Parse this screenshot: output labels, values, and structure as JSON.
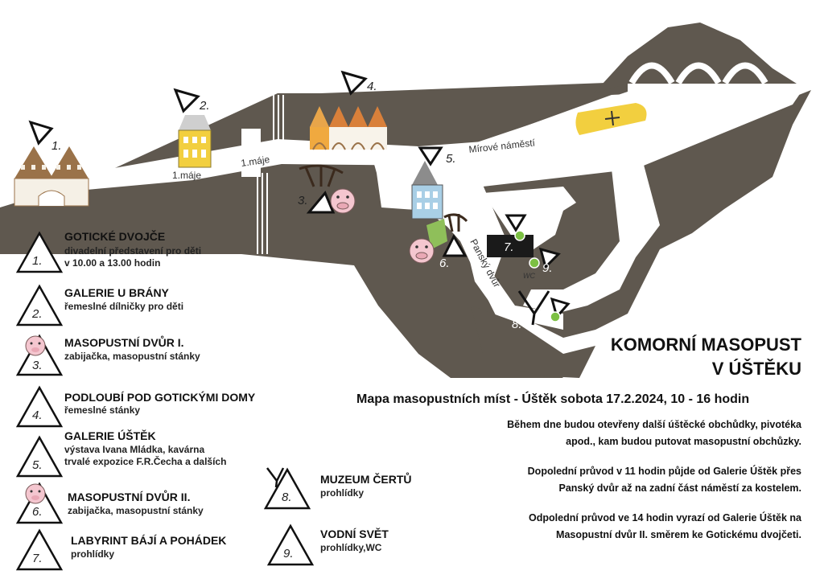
{
  "colors": {
    "land": "#5f584f",
    "street": "#ffffff",
    "church": "#f2cf3f",
    "gallery_yellow": "#f2cf3f",
    "pig": "#f4c6cf",
    "water_dot": "#7cc043",
    "gallery_blue": "#a9cfe6",
    "gate_roof": "#9a7249"
  },
  "streets": {
    "maje_1": "1.máje",
    "maje_2": "1.máje",
    "square": "Mírové náměstí",
    "pansky": "Panský dvůr",
    "wc": "WC"
  },
  "map_numbers": [
    "1.",
    "2.",
    "3.",
    "4.",
    "5.",
    "6.",
    "7.",
    "8.",
    "9."
  ],
  "legend": [
    {
      "num": "1.",
      "title": "GOTICKÉ DVOJČE",
      "lines": [
        "divadelní představení pro děti",
        "v 10.00 a 13.00 hodin"
      ],
      "icon": "triangle-icon"
    },
    {
      "num": "2.",
      "title": "GALERIE U BRÁNY",
      "lines": [
        "řemeslné dílničky pro děti"
      ],
      "icon": "triangle-icon"
    },
    {
      "num": "3.",
      "title": "MASOPUSTNÍ DVŮR I.",
      "lines": [
        "zabijačka, masopustní stánky"
      ],
      "icon": "pig-triangle-icon"
    },
    {
      "num": "4.",
      "title": "PODLOUBÍ POD GOTICKÝMI DOMY",
      "lines": [
        "řemeslné stánky"
      ],
      "icon": "triangle-icon"
    },
    {
      "num": "5.",
      "title": "GALERIE ÚŠTĚK",
      "lines": [
        "výstava Ivana Mládka,  kavárna",
        "trvalé expozice F.R.Čecha a dalších"
      ],
      "icon": "triangle-icon"
    },
    {
      "num": "6.",
      "title": "MASOPUSTNÍ DVŮR II.",
      "lines": [
        "zabijačka, masopustní stánky"
      ],
      "icon": "pig-triangle-icon"
    },
    {
      "num": "7.",
      "title": "LABYRINT BÁJÍ A POHÁDEK",
      "lines": [
        "prohlídky"
      ],
      "icon": "triangle-icon"
    },
    {
      "num": "8.",
      "title": "MUZEUM ČERTŮ",
      "lines": [
        "prohlídky"
      ],
      "icon": "devil-triangle-icon"
    },
    {
      "num": "9.",
      "title": "VODNÍ SVĚT",
      "lines": [
        "prohlídky,WC"
      ],
      "icon": "triangle-icon"
    }
  ],
  "title": {
    "line1": "KOMORNÍ MASOPUST",
    "line2": "V ÚŠTĚKU"
  },
  "subtitle": "Mapa masopustních míst - Úštěk sobota 17.2.2024, 10 - 16 hodin",
  "info": [
    {
      "line1": "Během dne budou otevřeny další úštěcké obchůdky, pivotéka",
      "line2": "apod., kam budou putovat masopustní  obchůzky."
    },
    {
      "line1": "Dopolední průvod v 11 hodin půjde od Galerie Úštěk přes",
      "line2": "Panský dvůr až na zadní část náměstí za kostelem."
    },
    {
      "line1": "Odpolední průvod ve 14 hodin vyrazí od Galerie Úštěk na",
      "line2": "Masopustní dvůr II. směrem ke Gotickému dvojčeti."
    }
  ]
}
